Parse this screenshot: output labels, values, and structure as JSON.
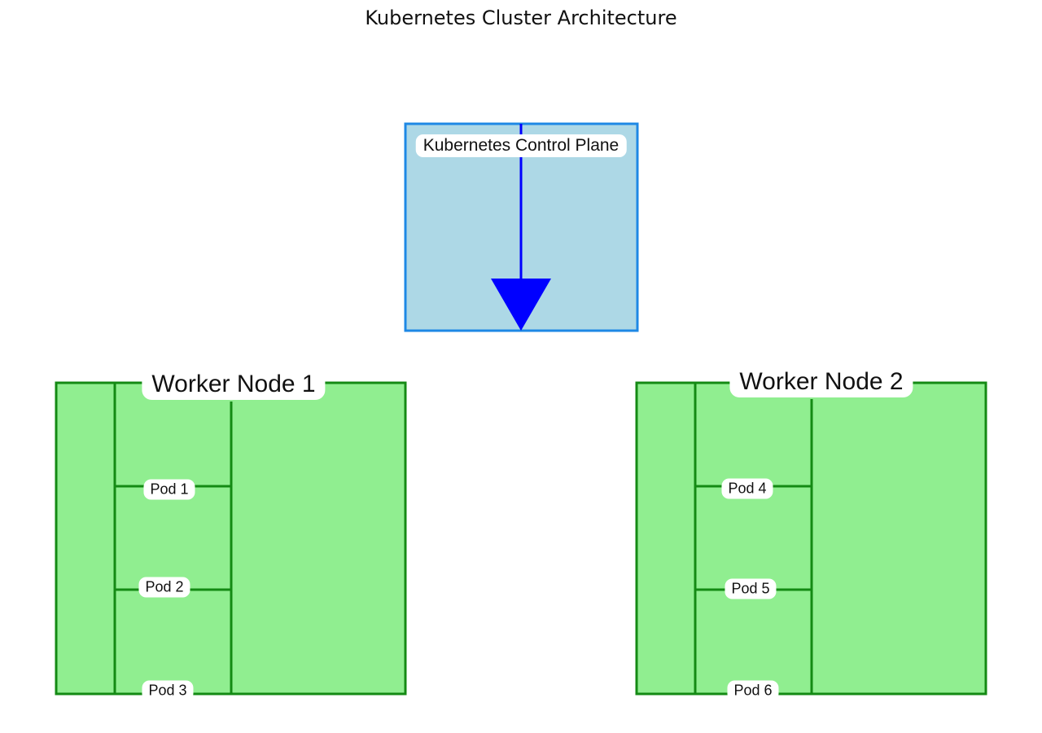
{
  "title": "Kubernetes Cluster Architecture",
  "control_plane": {
    "label": "Kubernetes Control Plane",
    "fill": "#add8e6",
    "stroke": "#1e88e5",
    "arrow_color": "#0000ff"
  },
  "worker_nodes": [
    {
      "label": "Worker Node 1",
      "pods": [
        "Pod 1",
        "Pod 2",
        "Pod 3"
      ]
    },
    {
      "label": "Worker Node 2",
      "pods": [
        "Pod 4",
        "Pod 5",
        "Pod 6"
      ]
    }
  ],
  "colors": {
    "node_fill": "#90ee90",
    "node_stroke": "#148a14"
  }
}
